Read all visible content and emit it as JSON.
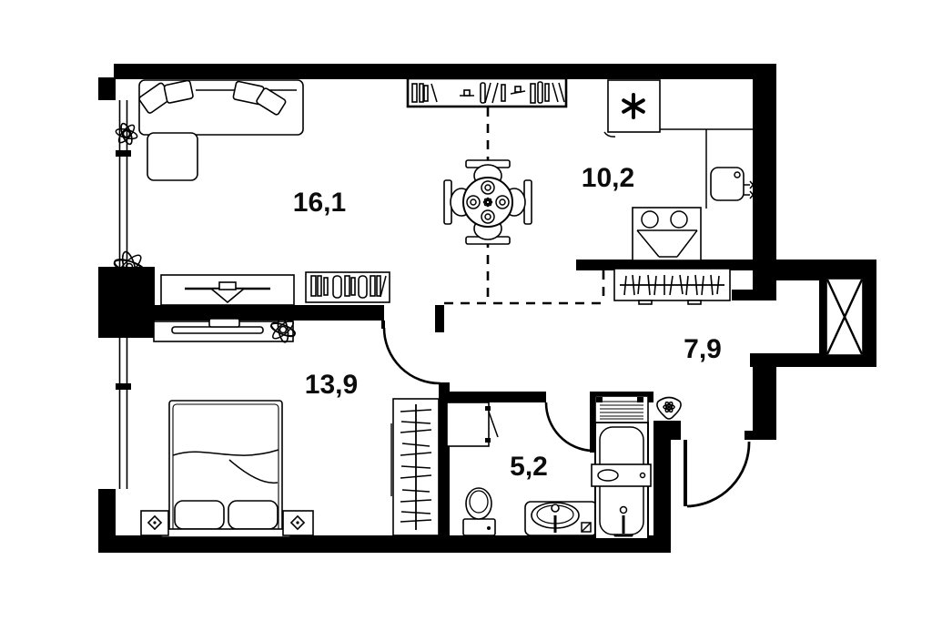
{
  "plan": {
    "type": "apartment-floor-plan",
    "background_color": "#ffffff",
    "wall_color": "#000000",
    "rooms": {
      "living_room": {
        "area_label": "16,1"
      },
      "kitchen": {
        "area_label": "10,2"
      },
      "hallway": {
        "area_label": "7,9"
      },
      "bedroom": {
        "area_label": "13,9"
      },
      "bathroom": {
        "area_label": "5,2"
      }
    },
    "icons": {
      "fridge": "six-spoke-asterisk",
      "table_centerpiece": "flower",
      "bathroom_vent": "fan-in-triangle",
      "shaft": "x-cross-box"
    }
  }
}
